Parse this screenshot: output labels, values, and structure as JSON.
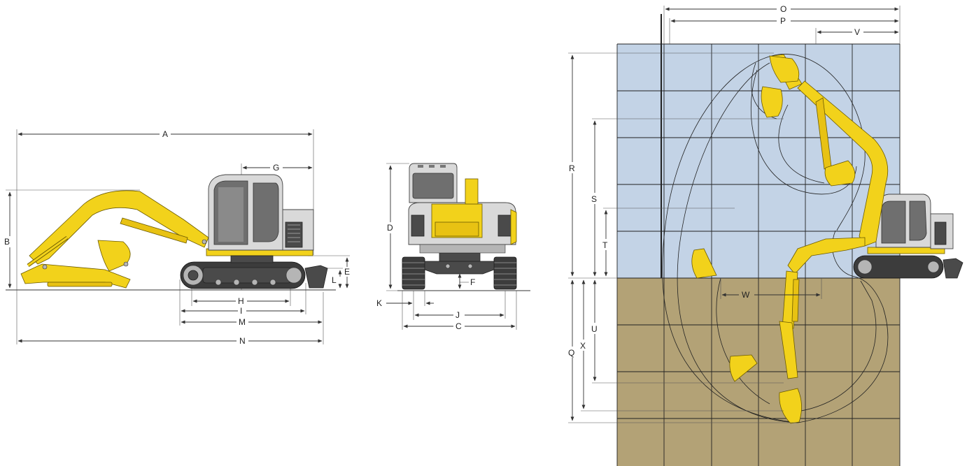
{
  "labels": {
    "A": "A",
    "B": "B",
    "C": "C",
    "D": "D",
    "E": "E",
    "F": "F",
    "G": "G",
    "H": "H",
    "I": "I",
    "J": "J",
    "K": "K",
    "L": "L",
    "M": "M",
    "N": "N",
    "O": "O",
    "P": "P",
    "Q": "Q",
    "R": "R",
    "S": "S",
    "T": "T",
    "U": "U",
    "V": "V",
    "W": "W",
    "X": "X"
  },
  "colors": {
    "machine_yellow": "#f2d21b",
    "sky_area": "#c3d3e6",
    "ground_area": "#b3a276",
    "grid_line": "#222222"
  }
}
